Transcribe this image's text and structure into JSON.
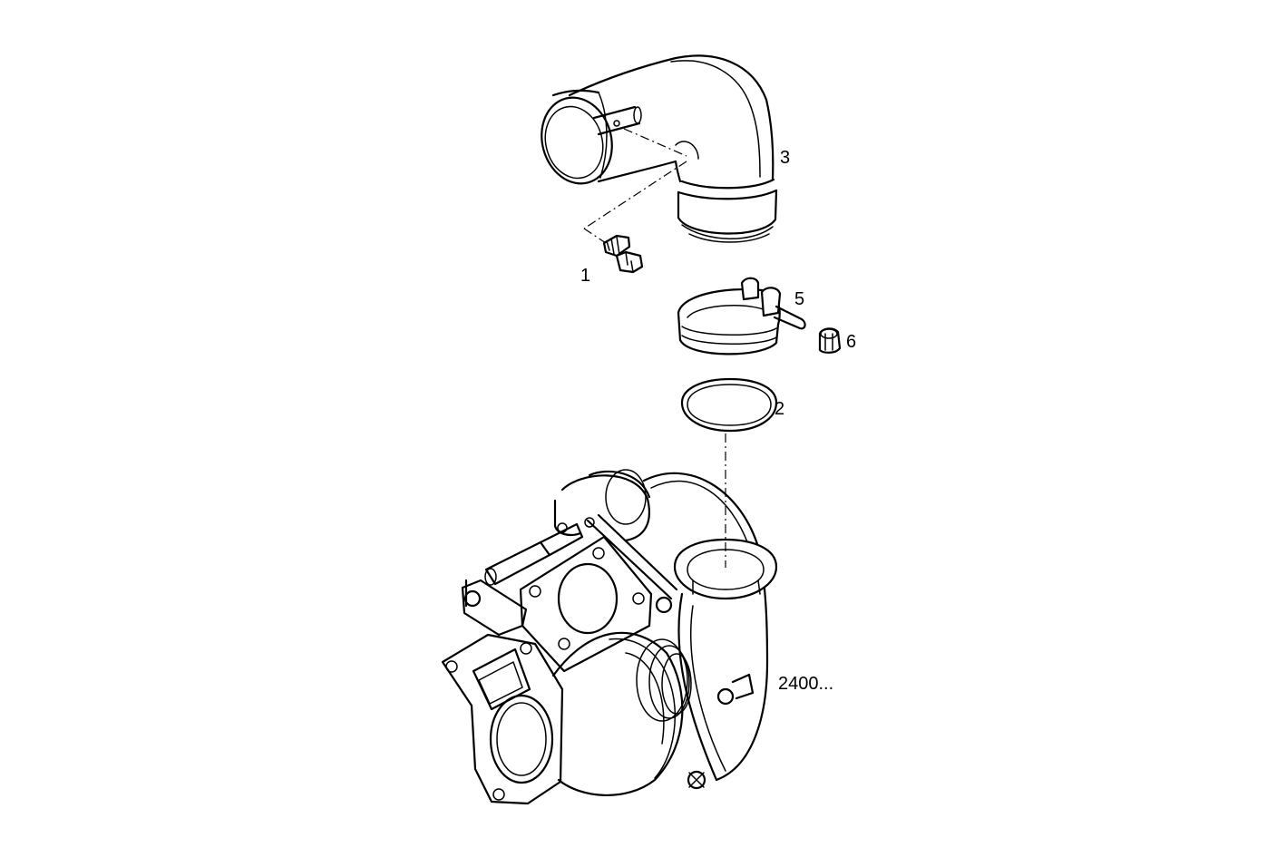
{
  "callouts": {
    "part_1": "1",
    "part_2": "2",
    "part_3": "3",
    "part_5": "5",
    "part_6": "6",
    "assembly": "2400..."
  },
  "parts": {
    "part_1": "plug-screw",
    "part_2": "o-ring-seal",
    "part_3": "elbow-intake-pipe",
    "part_5": "v-band-clamp",
    "part_6": "clamp-nut",
    "assembly": "turbocharger"
  },
  "colors": {
    "line": "#000000",
    "background": "#ffffff"
  }
}
